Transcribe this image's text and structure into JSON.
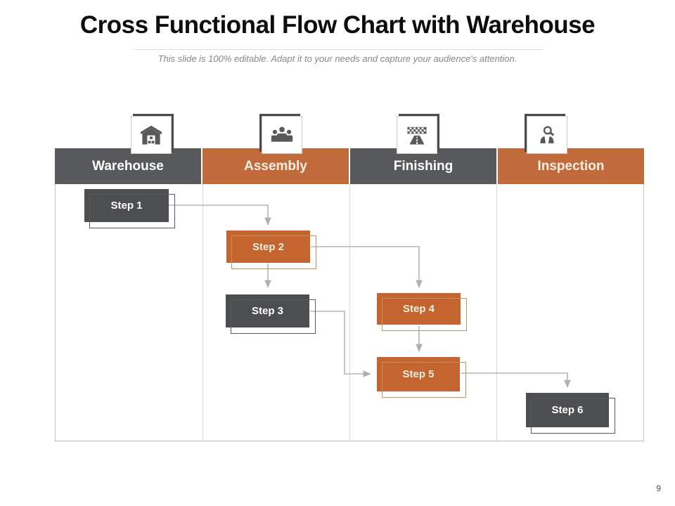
{
  "slide": {
    "title": "Cross Functional Flow Chart with Warehouse",
    "subtitle": "This slide is 100% editable. Adapt it to your needs and capture your audience's attention.",
    "page_number": "9"
  },
  "colors": {
    "header_dark": "#58595b",
    "header_orange": "#c16a3c",
    "step_dark": "#4d4e50",
    "step_orange": "#c4642f",
    "connector_gray": "#b3b3b3",
    "subtitle_gray": "#8b8680",
    "icon_gray": "#58595b"
  },
  "lanes": [
    {
      "label": "Warehouse",
      "variant": "dark",
      "icon": "warehouse-icon"
    },
    {
      "label": "Assembly",
      "variant": "orange",
      "icon": "assembly-team-icon"
    },
    {
      "label": "Finishing",
      "variant": "dark",
      "icon": "finish-line-icon"
    },
    {
      "label": "Inspection",
      "variant": "orange",
      "icon": "inspection-magnifier-icon"
    }
  ],
  "steps": [
    {
      "label": "Step 1",
      "lane": "Warehouse",
      "variant": "dark"
    },
    {
      "label": "Step 2",
      "lane": "Assembly",
      "variant": "orange"
    },
    {
      "label": "Step 3",
      "lane": "Assembly",
      "variant": "dark"
    },
    {
      "label": "Step 4",
      "lane": "Finishing",
      "variant": "orange"
    },
    {
      "label": "Step 5",
      "lane": "Finishing",
      "variant": "orange"
    },
    {
      "label": "Step 6",
      "lane": "Inspection",
      "variant": "dark"
    }
  ],
  "connections": [
    [
      "Step 1",
      "Step 2"
    ],
    [
      "Step 2",
      "Step 3"
    ],
    [
      "Step 2",
      "Step 4"
    ],
    [
      "Step 3",
      "Step 5"
    ],
    [
      "Step 4",
      "Step 5"
    ],
    [
      "Step 5",
      "Step 6"
    ]
  ]
}
